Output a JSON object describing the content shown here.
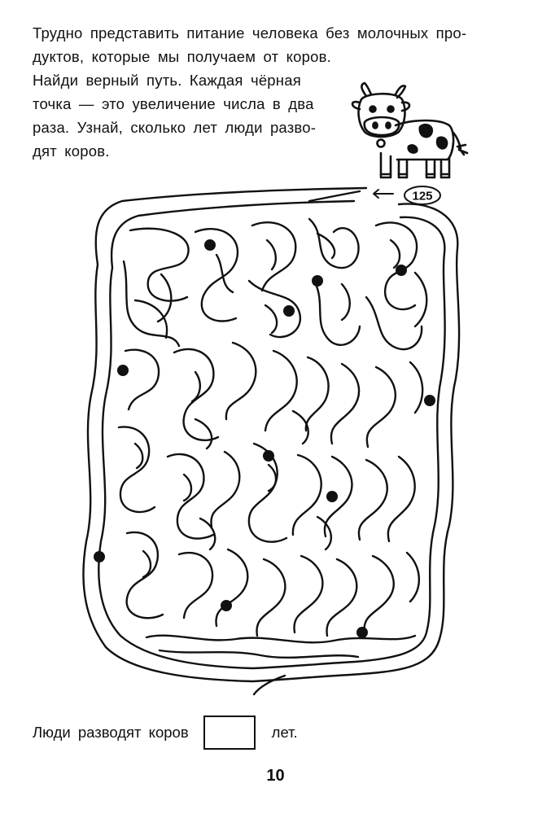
{
  "task": {
    "lines": [
      "Трудно представить питание человека без молочных про-",
      "дуктов, которые мы получаем от коров.",
      "Найди верный путь. Каждая чёрная",
      "точка — это увеличение числа в два",
      "раза. Узнай, сколько лет люди разво-",
      "дят коров."
    ]
  },
  "start_value": "125",
  "answer": {
    "prefix": "Люди разводят коров",
    "suffix": "лет.",
    "value": ""
  },
  "page_number": "10",
  "maze": {
    "dot_count": 11
  },
  "colors": {
    "ink": "#111111",
    "paper": "#ffffff"
  }
}
